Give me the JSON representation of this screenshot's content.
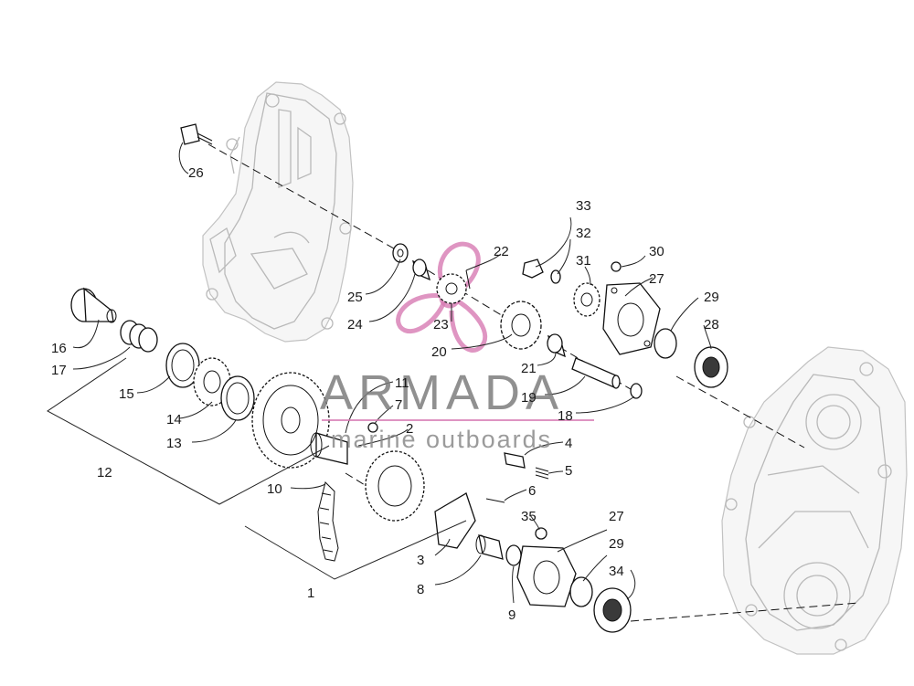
{
  "watermark": {
    "brand": "ARMADA",
    "tagline": "marine outboards",
    "brand_color": "#d77ab3"
  },
  "callouts": {
    "n1": "1",
    "n2": "2",
    "n3": "3",
    "n4": "4",
    "n5": "5",
    "n6": "6",
    "n7": "7",
    "n8": "8",
    "n9": "9",
    "n10": "10",
    "n11": "11",
    "n12": "12",
    "n13": "13",
    "n14": "14",
    "n15": "15",
    "n16": "16",
    "n17": "17",
    "n18": "18",
    "n19": "19",
    "n20": "20",
    "n21": "21",
    "n22": "22",
    "n23": "23",
    "n24": "24",
    "n25": "25",
    "n26": "26",
    "n27a": "27",
    "n27b": "27",
    "n28": "28",
    "n29a": "29",
    "n29b": "29",
    "n30": "30",
    "n31": "31",
    "n32": "32",
    "n33": "33",
    "n34": "34",
    "n35": "35"
  }
}
